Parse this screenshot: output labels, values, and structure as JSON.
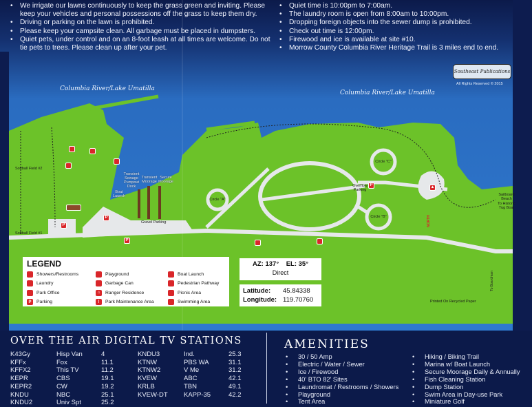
{
  "rules_left": [
    "We irrigate our lawns continuously to keep the grass green and inviting. Please keep your vehicles and personal possessions off the grass to keep them dry.",
    "Driving or parking on the lawn is prohibited.",
    "Please keep your campsite clean. All garbage must be placed in dumpsters.",
    "Quiet pets, under control and on an 8-foot leash at all times are welcome. Do not tie pets to trees. Please clean up after your pet."
  ],
  "rules_right": [
    "Quiet time is 10:00pm to 7:00am.",
    "The laundry room is open from 8:00am to 10:00pm.",
    "Dropping foreign objects into the sewer dump is prohibited.",
    "Check out time is 12:00pm.",
    "Firewood and ice is available at site #10.",
    "Morrow County Columbia River Heritage Trail is 3 miles end to end."
  ],
  "map": {
    "lake_label": "Columbia River/Lake Umatilla",
    "softball2": "Softball Field #2",
    "softball1": "Softball Field #1",
    "pumpout": "Transient Sewage Pumpout Dock",
    "transient": "Transient Moorage",
    "secure": "Secure Moorage",
    "boat_launch": "Boat Launch",
    "gravel": "Gravel Parking",
    "circle_a": "Circle \"A\"",
    "circle_b": "Circle \"B\"",
    "circle_c": "Circle \"C\"",
    "overflow": "Overflow Parking",
    "sailboard": "Sailboard Beach",
    "tugboat": "To Historic Tug Boat",
    "north": "NORTH",
    "boardman": "To Boardman",
    "publisher": "Southeast Publications",
    "copyright": "All Rights Reserved © 2015",
    "recycled": "Printed On Recycled Paper"
  },
  "legend": {
    "title": "LEGEND",
    "items": [
      "Showers/Restrooms",
      "Playground",
      "Boat Launch",
      "Laundry",
      "Garbage Can",
      "Pedestrian Pathway",
      "Park Office",
      "Ranger Residence",
      "Picnic Area",
      "Parking",
      "Park Maintenance Area",
      "Swimming Area"
    ]
  },
  "satellite": {
    "az": "AZ: 137°",
    "el": "EL: 35°",
    "type": "Direct"
  },
  "coords": {
    "lat_label": "Latitude:",
    "lat": "45.84338",
    "lon_label": "Longitude:",
    "lon": "119.70760"
  },
  "tv": {
    "title": "OVER THE AIR DIGITAL TV STATIONS",
    "left": [
      [
        "K43Gy",
        "Hisp Van",
        "4"
      ],
      [
        "KFFx",
        "Fox",
        "11.1"
      ],
      [
        "KFFX2",
        "This TV",
        "11.2"
      ],
      [
        "KEPR",
        "CBS",
        "19.1"
      ],
      [
        "KEPR2",
        "CW",
        "19.2"
      ],
      [
        "KNDU",
        "NBC",
        "25.1"
      ],
      [
        "KNDU2",
        "Univ Spt",
        "25.2"
      ]
    ],
    "right": [
      [
        "KNDU3",
        "Ind.",
        "25.3"
      ],
      [
        "KTNW",
        "PBS WA",
        "31.1"
      ],
      [
        "KTNW2",
        "V Me",
        "31.2"
      ],
      [
        "KVEW",
        "ABC",
        "42.1"
      ],
      [
        "KRLB",
        "TBN",
        "49.1"
      ],
      [
        "KVEW-DT",
        "KAPP-35",
        "42.2"
      ]
    ]
  },
  "amenities": {
    "title": "AMENITIES",
    "left": [
      "30 / 50 Amp",
      "Electric / Water / Sewer",
      "Ice / Firewood",
      "40' BTO 82' Sites",
      "Laundromat / Restrooms / Showers",
      "Playground",
      "Tent Area"
    ],
    "right": [
      "Hiking / Biking Trail",
      "Marina w/ Boat Launch",
      "Secure Moorage Daily & Annually",
      "Fish Cleaning Station",
      "Dump Station",
      "Swim Area in Day-use Park",
      "Miniature Golf"
    ]
  },
  "colors": {
    "navy": "#0c1a4a",
    "water": "#2a72c8",
    "grass": "#6cc229",
    "road": "#e6e8ea",
    "icon": "#d9262a"
  }
}
